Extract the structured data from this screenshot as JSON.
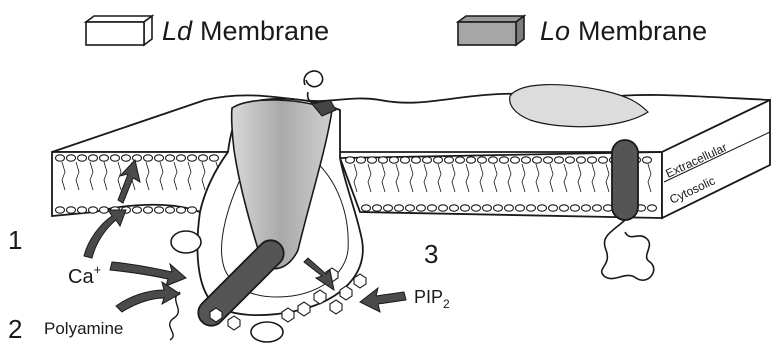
{
  "legend": {
    "ld_italic": "Ld",
    "ld_text": "Membrane",
    "lo_italic": "Lo",
    "lo_text": "Membrane"
  },
  "labels": {
    "extracellular": "Extracellular",
    "cytosolic": "Cytosolic",
    "num1": "1",
    "num2": "2",
    "num3": "3",
    "ca": "Ca",
    "ca_sup": "+",
    "polyamine": "Polyamine",
    "pip": "PIP",
    "pip_sub": "2"
  },
  "colors": {
    "ld_fill": "#ffffff",
    "lo_fill": "#b3b3b3",
    "protein": "#555555",
    "arrow": "#4a4a4a",
    "outline": "#1a1a1a"
  }
}
